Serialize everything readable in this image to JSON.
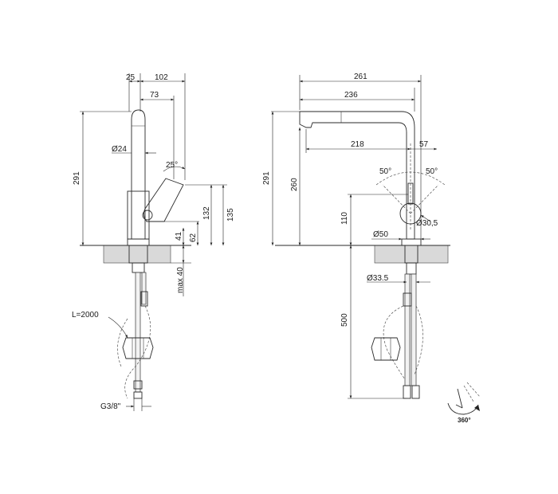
{
  "side_view": {
    "dim_25": "25",
    "dim_102": "102",
    "dim_73": "73",
    "dim_291": "291",
    "dim_d24": "Ø24",
    "dim_25deg": "25°",
    "dim_135": "135",
    "dim_132": "132",
    "dim_62": "62",
    "dim_41": "41",
    "dim_max40": "max 40",
    "hose_length": "L=2000",
    "thread": "G3/8\""
  },
  "front_view": {
    "dim_261": "261",
    "dim_236": "236",
    "dim_218": "218",
    "dim_57": "57",
    "dim_291": "291",
    "dim_260": "260",
    "dim_110": "110",
    "dim_50deg_left": "50°",
    "dim_50deg_right": "50°",
    "dim_d30_5": "Ø30,5",
    "dim_d50": "Ø50",
    "dim_d33_5": "Ø33.5",
    "dim_500": "500"
  },
  "rotation_label": "360°"
}
